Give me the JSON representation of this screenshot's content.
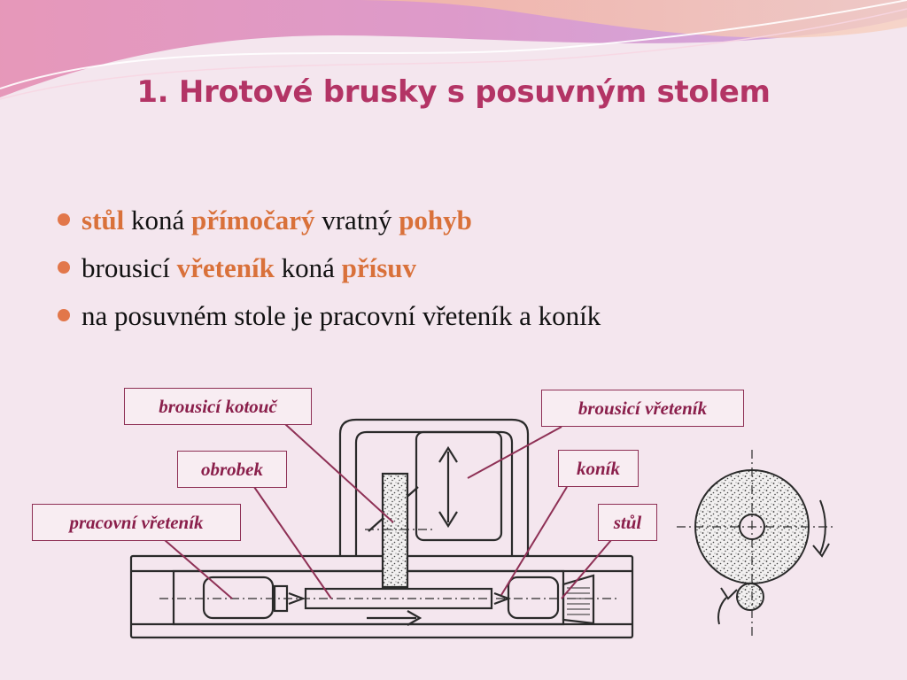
{
  "slide": {
    "title": "1. Hrotové brusky s posuvným stolem",
    "bullets": [
      {
        "parts": [
          "stůl",
          " koná ",
          "přímočarý",
          " vratný ",
          "pohyb"
        ]
      },
      {
        "parts": [
          "brousicí ",
          "vřeteník",
          " koná ",
          "přísuv"
        ]
      },
      {
        "parts": [
          "na posuvném stole je pracovní vřeteník a koník"
        ]
      }
    ]
  },
  "diagram": {
    "labels": {
      "grinding_wheel": "brousicí kotouč",
      "grinding_head": "brousicí vřeteník",
      "workpiece": "obrobek",
      "tailstock": "koník",
      "work_head": "pracovní vřeteník",
      "table": "stůl"
    }
  },
  "colors": {
    "background": "#f4e6ee",
    "title": "#b33465",
    "highlight": "#d9713a",
    "bullet": "#e2774a",
    "label_border": "#8e3055",
    "label_text": "#8a1f4b"
  }
}
